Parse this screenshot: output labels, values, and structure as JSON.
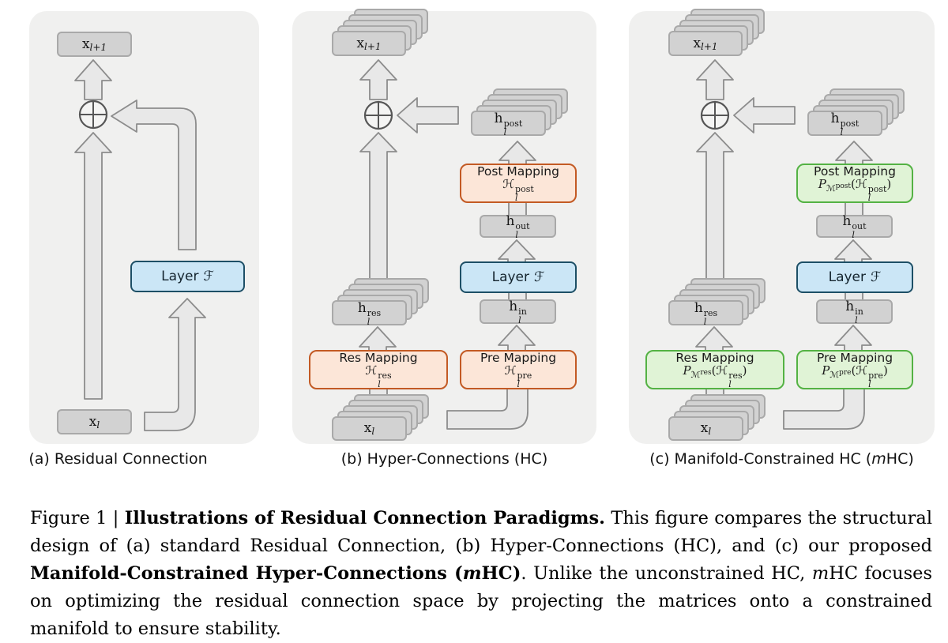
{
  "panels": {
    "a": {
      "caption_runs": [
        {
          "t": "(a) Residual Connection",
          "s": "r"
        }
      ]
    },
    "b": {
      "caption_runs": [
        {
          "t": "(b) Hyper-Connections (HC)",
          "s": "r"
        }
      ]
    },
    "c": {
      "caption_runs": [
        {
          "t": "(c) Manifold-Constrained HC (",
          "s": "r"
        },
        {
          "t": "m",
          "s": "i"
        },
        {
          "t": "HC)",
          "s": "r"
        }
      ]
    }
  },
  "labels": {
    "x_out": {
      "base": "x",
      "sub": "l+1"
    },
    "x_in": {
      "base": "x",
      "sub": "l"
    },
    "h_res": {
      "base": "h",
      "sub": "l",
      "sup": "res"
    },
    "h_post": {
      "base": "h",
      "sub": "l",
      "sup": "post"
    },
    "h_out": {
      "base": "h",
      "sub": "l",
      "sup": "out"
    },
    "h_in": {
      "base": "h",
      "sub": "l",
      "sup": "in"
    },
    "layer": {
      "name": "Layer",
      "symbol": "ℱ"
    },
    "oplus_icon": "⊕"
  },
  "hc": {
    "res": {
      "title": "Res Mapping",
      "h": "ℋ",
      "sub": "l",
      "sup": "res"
    },
    "pre": {
      "title": "Pre Mapping",
      "h": "ℋ",
      "sub": "l",
      "sup": "pre"
    },
    "post": {
      "title": "Post Mapping",
      "h": "ℋ",
      "sub": "l",
      "sup": "post"
    }
  },
  "mhc": {
    "res": {
      "title": "Res Mapping",
      "p": "P",
      "m": "ℳ",
      "msup": "res",
      "open": "(",
      "h": "ℋ",
      "sub": "l",
      "sup": "res",
      "close": ")"
    },
    "pre": {
      "title": "Pre Mapping",
      "p": "P",
      "m": "ℳ",
      "msup": "pre",
      "open": "(",
      "h": "ℋ",
      "sub": "l",
      "sup": "pre",
      "close": ")"
    },
    "post": {
      "title": "Post Mapping",
      "p": "P",
      "m": "ℳ",
      "msup": "post",
      "open": "(",
      "h": "ℋ",
      "sub": "l",
      "sup": "post",
      "close": ")"
    }
  },
  "colors": {
    "panel_bg": "#f0f0ef",
    "box_gray": "#d2d2d2",
    "box_gray_border": "#a9a9a9",
    "arrow_fill": "#e8e8e8",
    "arrow_stroke": "#8c8c8c",
    "layer_blue_fill": "#cbe6f6",
    "layer_blue_border": "#1d4f66",
    "hc_orange_fill": "#fce6d8",
    "hc_orange_border": "#c35a24",
    "mhc_green_fill": "#e0f3d6",
    "mhc_green_border": "#54b244"
  },
  "figure_caption": {
    "lines": [
      {
        "justify": true,
        "runs": [
          {
            "t": "Figure 1 | ",
            "s": "r"
          },
          {
            "t": "Illustrations of Residual Connection Paradigms.",
            "s": "b"
          },
          {
            "t": " This figure compares the structural",
            "s": "r"
          }
        ]
      },
      {
        "justify": true,
        "runs": [
          {
            "t": "design of (a) standard Residual Connection, (b) Hyper-Connections (HC), and (c) our proposed",
            "s": "r"
          }
        ]
      },
      {
        "justify": true,
        "runs": [
          {
            "t": "Manifold-Constrained Hyper-Connections (",
            "s": "b"
          },
          {
            "t": "m",
            "s": "bi"
          },
          {
            "t": "HC)",
            "s": "b"
          },
          {
            "t": ". Unlike the unconstrained HC, ",
            "s": "r"
          },
          {
            "t": "m",
            "s": "i"
          },
          {
            "t": "HC focuses",
            "s": "r"
          }
        ]
      },
      {
        "justify": true,
        "runs": [
          {
            "t": "on optimizing the residual connection space by projecting the matrices onto a constrained",
            "s": "r"
          }
        ]
      },
      {
        "justify": false,
        "runs": [
          {
            "t": "manifold to ensure stability.",
            "s": "r"
          }
        ]
      }
    ]
  }
}
